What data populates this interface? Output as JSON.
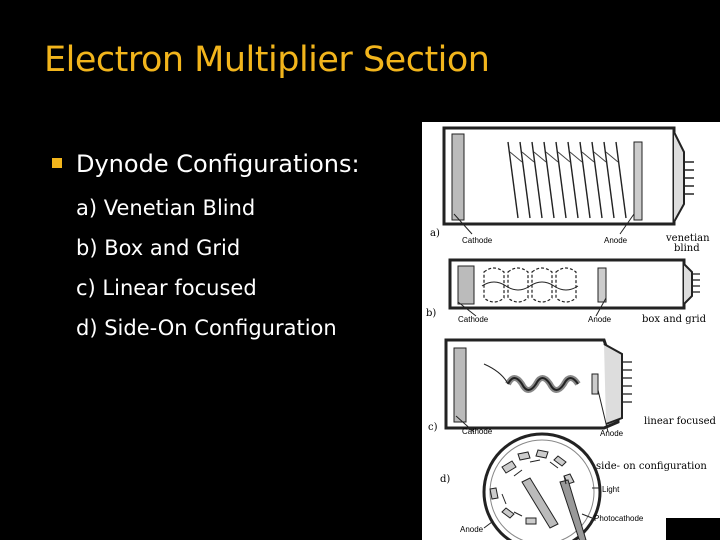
{
  "slide": {
    "title": "Electron Multiplier Section",
    "main_point": "Dynode Configurations:",
    "items": [
      "a) Venetian Blind",
      "b) Box and Grid",
      "c) Linear focused",
      "d) Side-On Configuration"
    ]
  },
  "figure": {
    "panels": [
      {
        "letter": "a)",
        "caption_line1": "venetian",
        "caption_line2": "blind",
        "cathode": "Cathode",
        "anode": "Anode"
      },
      {
        "letter": "b)",
        "caption": "box and grid",
        "cathode": "Cathode",
        "anode": "Anode"
      },
      {
        "letter": "c)",
        "caption": "linear focused",
        "cathode": "Cathode",
        "anode": "Anode"
      },
      {
        "letter": "d)",
        "caption": "side- on configuration",
        "light": "Light",
        "photocathode": "Photocathode",
        "anode": "Anode"
      }
    ]
  },
  "colors": {
    "accent": "#f2b51c",
    "background": "#000000",
    "text": "#ffffff"
  }
}
